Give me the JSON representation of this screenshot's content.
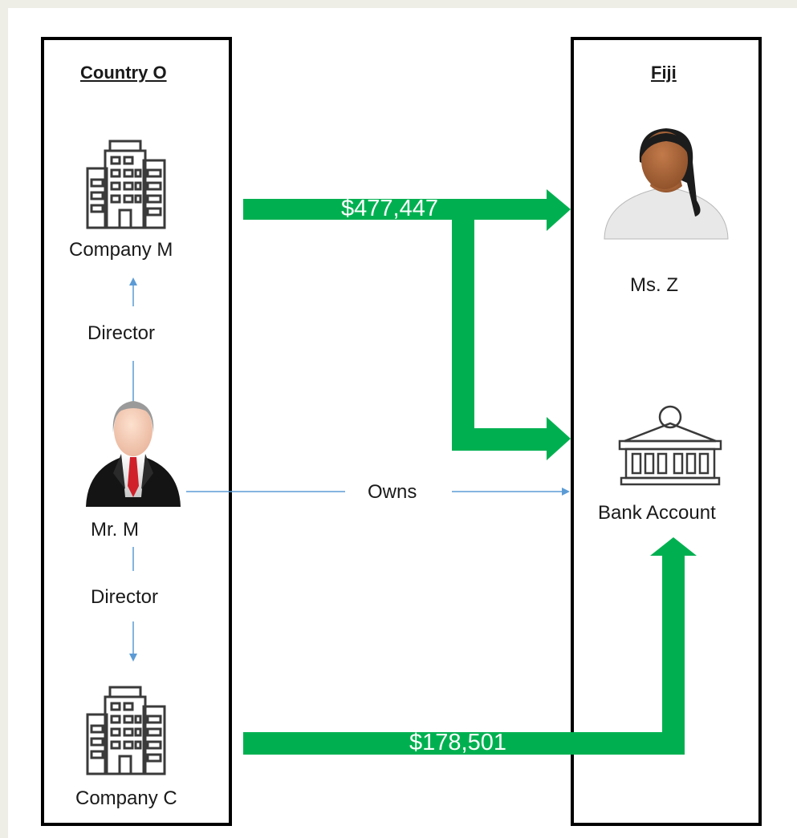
{
  "regions": {
    "left_title": "Country O",
    "right_title": "Fiji"
  },
  "entities": {
    "company_m": "Company M",
    "company_c": "Company C",
    "mr_m": "Mr. M",
    "ms_z": "Ms. Z",
    "bank_account": "Bank Account"
  },
  "relations": {
    "director_top": "Director",
    "director_bottom": "Director",
    "owns": "Owns"
  },
  "flows": {
    "amount_1": "$477,447",
    "amount_2": "$178,501"
  },
  "colors": {
    "flow_green": "#00b050",
    "relation_blue": "#5b9bd5",
    "box_border": "#000000",
    "page_background": "#eeede6"
  },
  "icons": {
    "company_m": "office-building-icon",
    "company_c": "office-building-icon",
    "mr_m": "businessman-icon",
    "ms_z": "woman-icon",
    "bank_account": "bank-icon"
  }
}
